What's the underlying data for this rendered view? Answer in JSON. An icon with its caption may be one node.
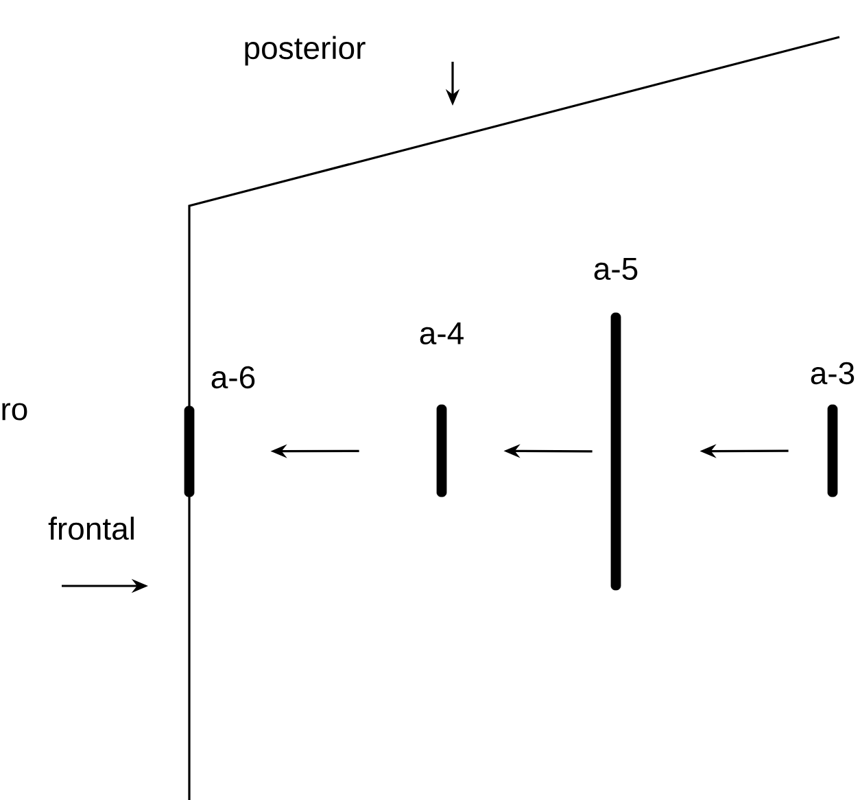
{
  "diagram": {
    "nodes": [
      {
        "text": [
          "a-6"
        ]
      },
      {
        "text": [
          "a-4"
        ]
      },
      {
        "text": [
          "a-5"
        ]
      },
      {
        "text": [
          "a-3"
        ]
      }
    ],
    "edges": [
      {
        "from": 3,
        "to": 2,
        "arrow": "to"
      },
      {
        "from": 2,
        "to": 1,
        "arrow": "to"
      },
      {
        "from": 1,
        "to": 0,
        "arrow": "to"
      }
    ],
    "labels": [
      "posterior",
      "ro",
      "frontal"
    ]
  }
}
